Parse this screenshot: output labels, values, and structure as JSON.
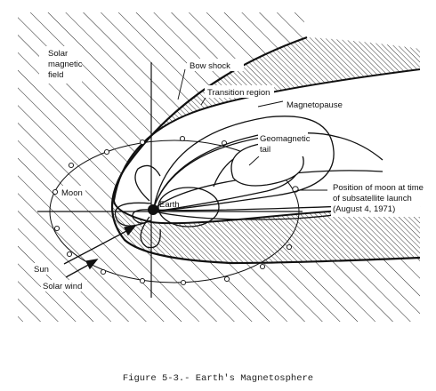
{
  "labels": {
    "solar_field": [
      "Solar",
      "magnetic",
      "field"
    ],
    "bow_shock": "Bow shock",
    "transition_region": "Transition region",
    "magnetopause": "Magnetopause",
    "geomagnetic_tail": [
      "Geomagnetic",
      "tail"
    ],
    "moon": "Moon",
    "earth": "Earth",
    "moon_position": [
      "Position of moon at time",
      "of subsatellite launch",
      "(August 4, 1971)"
    ],
    "sun": "Sun",
    "solar_wind": "Solar wind"
  },
  "caption": "Figure 5-3.- Earth's Magnetosphere",
  "colors": {
    "ink": "#111111",
    "paper": "#ffffff"
  }
}
